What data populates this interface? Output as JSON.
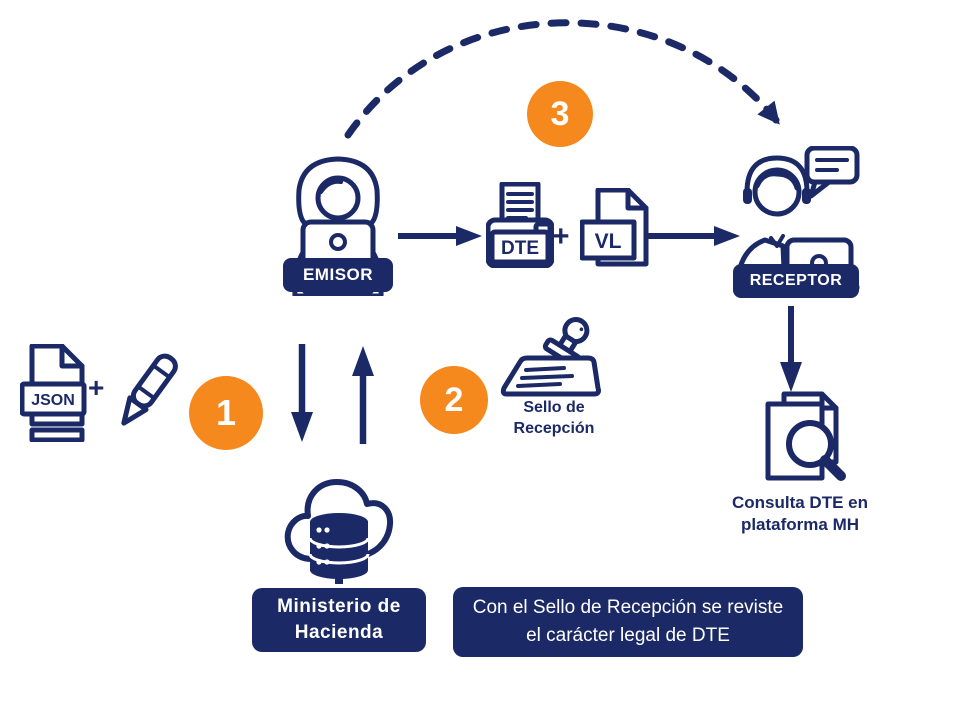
{
  "colors": {
    "navy": "#1B2A66",
    "orange": "#F6891E"
  },
  "steps": {
    "one": "1",
    "two": "2",
    "three": "3"
  },
  "emisor": {
    "label": "EMISOR"
  },
  "receptor": {
    "label": "RECEPTOR"
  },
  "documents": {
    "dte_label": "DTE",
    "vl_label": "VL",
    "plus": "+"
  },
  "json_sign": {
    "file_label": "JSON",
    "plus": "+"
  },
  "sello": {
    "line1": "Sello de",
    "line2": "Recepción"
  },
  "consulta": {
    "line1": "Consulta DTE en",
    "line2": "plataforma MH"
  },
  "ministerio": {
    "line1": "Ministerio de",
    "line2": "Hacienda"
  },
  "note": {
    "line1": "Con el Sello de Recepción se reviste",
    "line2": "el carácter legal de DTE"
  },
  "icons": {
    "emisor-person-icon": "woman at laptop",
    "receptor-person-icon": "man with headset at laptop",
    "speech-bubble-icon": "chat bubble",
    "dte-folder-icon": "document in folder",
    "vl-file-icon": "file with VL label",
    "json-file-icon": "file with JSON label",
    "pen-icon": "signing pen",
    "stamp-icon": "rubber stamp",
    "cloud-database-icon": "cloud with server stack",
    "document-search-icon": "documents with magnifier",
    "dashed-return-arrow": "dashed arc arrow",
    "flow-arrows": "solid navy arrows"
  }
}
